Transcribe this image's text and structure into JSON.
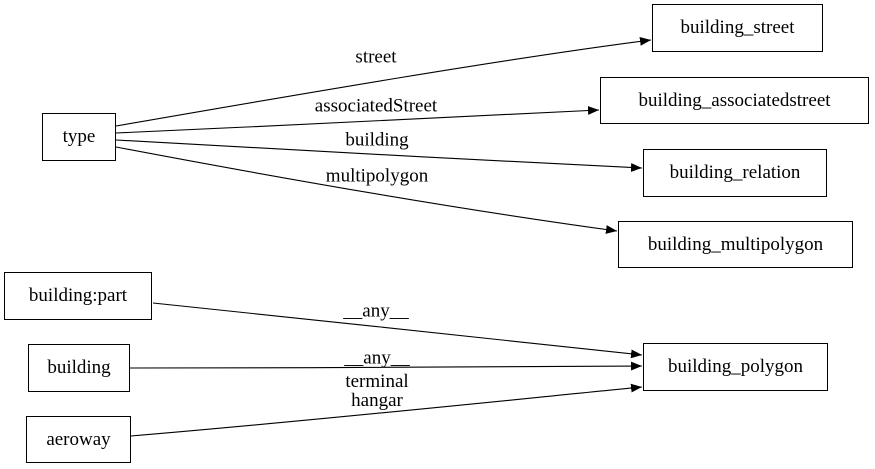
{
  "diagram": {
    "type": "directed-graph",
    "background_color": "#ffffff",
    "stroke_color": "#000000",
    "nodes": [
      {
        "id": "type",
        "label": "type"
      },
      {
        "id": "building_street",
        "label": "building_street"
      },
      {
        "id": "building_associatedstreet",
        "label": "building_associatedstreet"
      },
      {
        "id": "building_relation",
        "label": "building_relation"
      },
      {
        "id": "building_multipolygon",
        "label": "building_multipolygon"
      },
      {
        "id": "building:part",
        "label": "building:part"
      },
      {
        "id": "building",
        "label": "building"
      },
      {
        "id": "aeroway",
        "label": "aeroway"
      },
      {
        "id": "building_polygon",
        "label": "building_polygon"
      }
    ],
    "edges": [
      {
        "from": "type",
        "to": "building_street",
        "label": "street"
      },
      {
        "from": "type",
        "to": "building_associatedstreet",
        "label": "associatedStreet"
      },
      {
        "from": "type",
        "to": "building_relation",
        "label": "building"
      },
      {
        "from": "type",
        "to": "building_multipolygon",
        "label": "multipolygon"
      },
      {
        "from": "building:part",
        "to": "building_polygon",
        "label": "__any__"
      },
      {
        "from": "building",
        "to": "building_polygon",
        "label": "__any__"
      },
      {
        "from": "aeroway",
        "to": "building_polygon",
        "label": "terminal hangar",
        "label_lines": [
          "terminal",
          "hangar"
        ]
      }
    ]
  }
}
